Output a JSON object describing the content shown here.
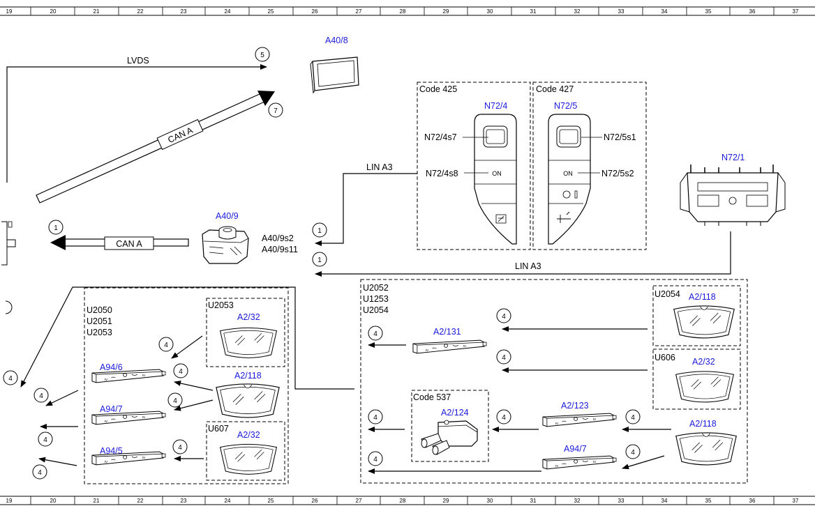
{
  "ruler": {
    "numbers": [
      "19",
      "20",
      "21",
      "22",
      "23",
      "24",
      "25",
      "26",
      "27",
      "28",
      "29",
      "30",
      "31",
      "32",
      "33",
      "34",
      "35",
      "36",
      "37"
    ]
  },
  "signals": {
    "lvds": "LVDS",
    "can_a_upper": "CAN A",
    "can_a_lower": "CAN A",
    "lin_a3_upper": "LIN A3",
    "lin_a3_lower": "LIN A3"
  },
  "components": {
    "a40_8": "A40/8",
    "a40_9": "A40/9",
    "a40_9_switches": [
      "A40/9s2",
      "A40/9s11"
    ],
    "n72_4": "N72/4",
    "n72_5": "N72/5",
    "n72_1": "N72/1",
    "n72_4s7": "N72/4s7",
    "n72_4s8": "N72/4s8",
    "n72_5s1": "N72/5s1",
    "n72_5s2": "N72/5s2",
    "on_label_left": "ON",
    "on_label_right": "ON"
  },
  "codes": {
    "code_425": "Code 425",
    "code_427": "Code 427",
    "code_537": "Code 537"
  },
  "left_group": {
    "variants": [
      "U2050",
      "U2051",
      "U2053"
    ],
    "u2053": "U2053",
    "u607": "U607",
    "a2_32_top": "A2/32",
    "a2_118": "A2/118",
    "a2_32_bottom": "A2/32",
    "a94_6": "A94/6",
    "a94_7": "A94/7",
    "a94_5": "A94/5"
  },
  "right_group": {
    "variants": [
      "U2052",
      "U1253",
      "U2054"
    ],
    "u2054": "U2054",
    "u606": "U606",
    "a2_118_top": "A2/118",
    "a2_32": "A2/32",
    "a2_131": "A2/131",
    "a2_124": "A2/124",
    "a2_123": "A2/123",
    "a94_7": "A94/7",
    "a2_118_bottom": "A2/118"
  },
  "circle_refs": {
    "c5": "5",
    "c7": "7",
    "c1_left": "1",
    "c1_lin_upper": "1",
    "c1_lin_lower": "1",
    "c4": "4"
  }
}
